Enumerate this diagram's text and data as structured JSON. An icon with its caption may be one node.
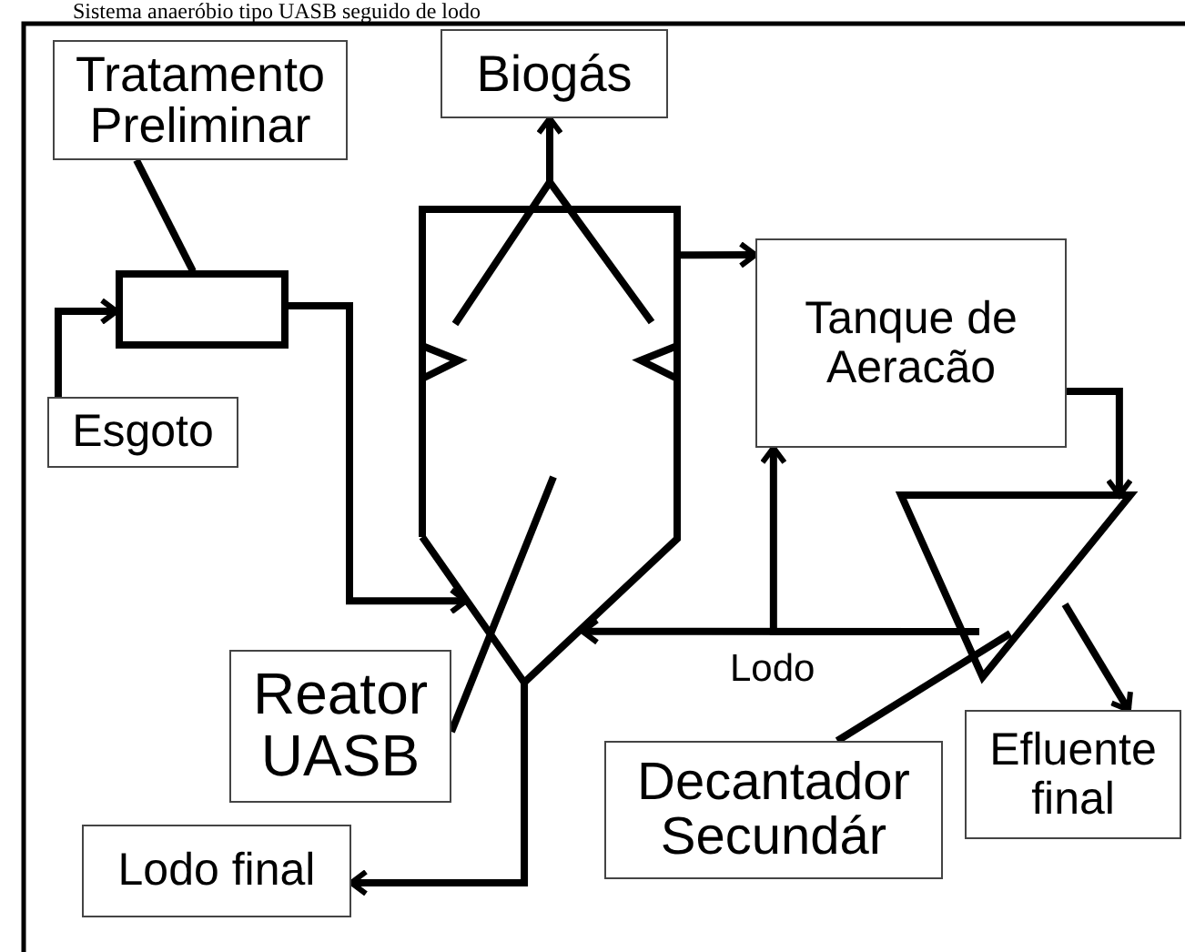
{
  "diagram": {
    "title": "Sistema anaeróbio tipo UASB seguido de lodo",
    "nodes": [
      {
        "text": [
          "Tratamento Preliminar"
        ]
      },
      {
        "text": [
          "Biogás"
        ]
      },
      {
        "text": [
          "Esgoto"
        ]
      },
      {
        "text": [],
        "shape": "box"
      },
      {
        "text": [],
        "shape": "vessel"
      },
      {
        "text": [
          "Tanque de Aeracão"
        ]
      },
      {
        "text": [],
        "shape": "triangle"
      },
      {
        "text": [
          "Reator UASB"
        ]
      },
      {
        "text": [
          "Lodo final"
        ]
      },
      {
        "text": [
          "Decantador Secundár"
        ]
      },
      {
        "text": [
          "Efluente final"
        ]
      }
    ],
    "edges": [
      {
        "from": 2,
        "to": 3,
        "arrow": "to"
      },
      {
        "from": 3,
        "to": 4,
        "arrow": "to"
      },
      {
        "from": 4,
        "to": 1,
        "arrow": "to"
      },
      {
        "from": 4,
        "to": 5,
        "arrow": "to"
      },
      {
        "from": 5,
        "to": 6,
        "arrow": "to"
      },
      {
        "from": 6,
        "to": 4,
        "arrow": "to",
        "label": "Lodo"
      },
      {
        "from": 6,
        "to": 5,
        "arrow": "to"
      },
      {
        "from": 6,
        "to": 10,
        "arrow": "to"
      },
      {
        "from": 4,
        "to": 8,
        "arrow": "to"
      },
      {
        "from": 0,
        "to": 3,
        "arrow": "none"
      },
      {
        "from": 7,
        "to": 4,
        "arrow": "none"
      },
      {
        "from": 9,
        "to": 6,
        "arrow": "none"
      }
    ]
  }
}
